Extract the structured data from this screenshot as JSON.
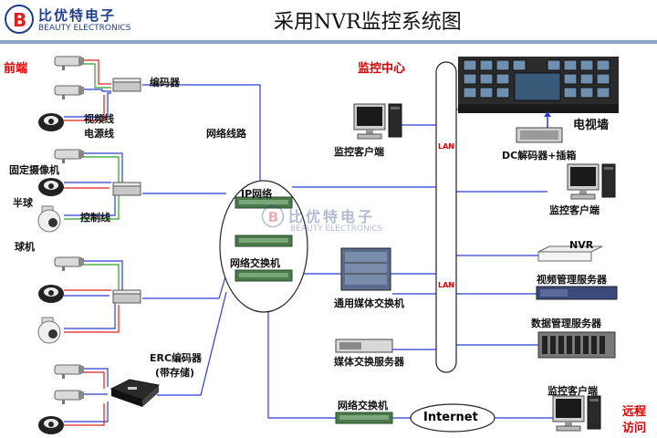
{
  "header": {
    "logo_cn": "比优特电子",
    "logo_en": "BEAUTY ELECTRONICS",
    "title": "采用NVR监控系统图"
  },
  "watermark": {
    "cn": "比优特电子",
    "en": "BEAUTY ELECTRONICS"
  },
  "labels": {
    "front_end": "前端",
    "encoder": "编码器",
    "video_line": "视频线",
    "power_line": "电源线",
    "network_line": "网络线路",
    "fixed_camera": "固定摄像机",
    "half_dome": "半球",
    "control_line": "控制线",
    "speed_dome": "球机",
    "ip_network": "IP网络",
    "network_switch_cloud": "网络交换机",
    "erc_encoder": "ERC编码器",
    "with_storage": "(带存储)",
    "monitor_center": "监控中心",
    "tv_wall": "电视墙",
    "monitor_client_1": "监控客户端",
    "dc_decoder": "DC解码器+插箱",
    "monitor_client_2": "监控客户端",
    "lan_1": "LAN",
    "lan_2": "LAN",
    "nvr": "NVR",
    "video_mgmt_server": "视频管理服务器",
    "general_media_switch": "通用媒体交换机",
    "data_mgmt_server": "数据管理服务器",
    "media_switch_server": "媒体交换服务器",
    "network_switch": "网络交换机",
    "internet": "Internet",
    "monitor_client_3": "监控客户端",
    "remote_access": "远程",
    "remote_access_2": "访问"
  },
  "colors": {
    "cable_blue": "#2a3fd8",
    "cable_red": "#e02020",
    "cable_green": "#2aa02a",
    "label_red": "#e00000",
    "brand_blue": "#1d3e8e"
  }
}
